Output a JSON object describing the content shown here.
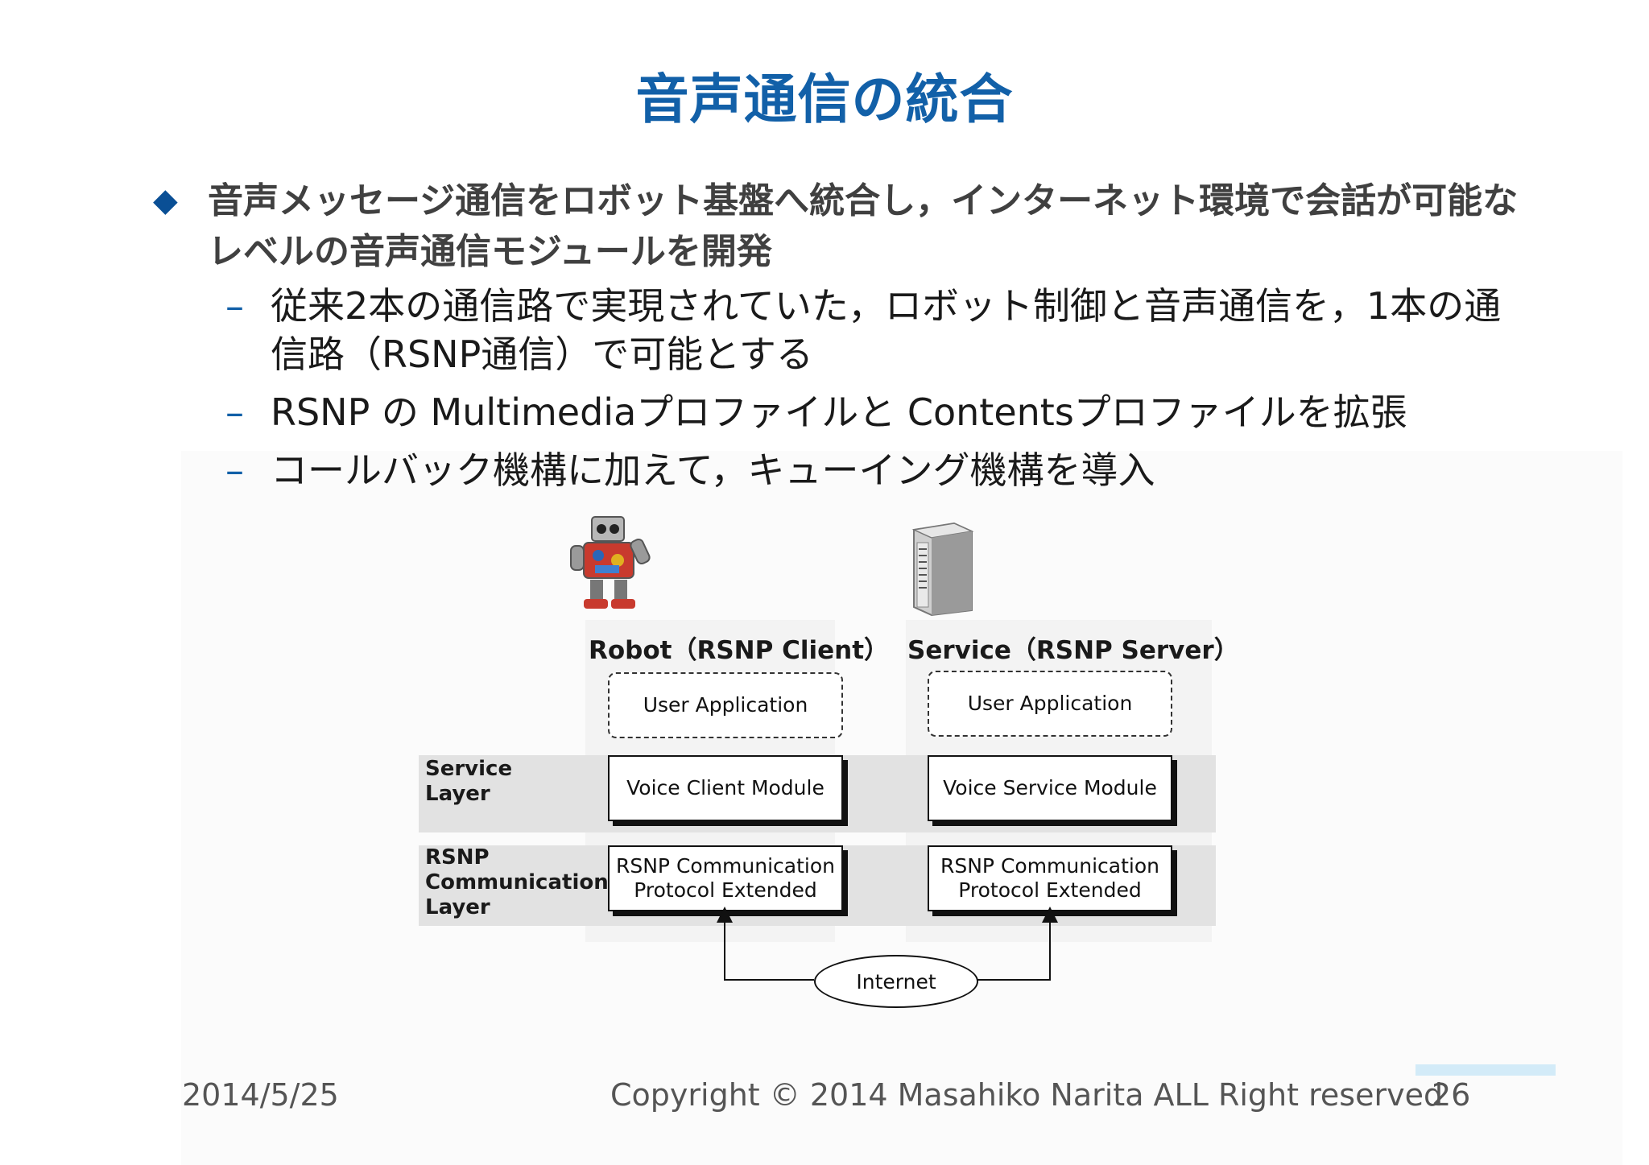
{
  "slide": {
    "title": "音声通信の統合",
    "main_bullet": "音声メッセージ通信をロボット基盤へ統合し，インターネット環境で会話が可能なレベルの音声通信モジュールを開発",
    "sub_bullets": [
      "従来2本の通信路で実現されていた，ロボット制御と音声通信を，1本の通信路（RSNP通信）で可能とする",
      "RSNP の Multimediaプロファイルと Contentsプロファイルを拡張",
      "コールバック機構に加えて，キューイング機構を導入"
    ],
    "bullet_symbol": "◆",
    "dash_symbol": "–"
  },
  "diagram": {
    "client_title": "Robot（RSNP Client）",
    "server_title": "Service（RSNP Server）",
    "service_layer_label": [
      "Service",
      "Layer"
    ],
    "rsnp_layer_label": [
      "RSNP",
      "Communication",
      "Layer"
    ],
    "client_app": "User Application",
    "server_app": "User Application",
    "client_module": "Voice Client Module",
    "server_module": "Voice Service Module",
    "client_protocol": [
      "RSNP Communication",
      "Protocol Extended"
    ],
    "server_protocol": [
      "RSNP Communication",
      "Protocol Extended"
    ],
    "internet": "Internet",
    "icons": {
      "robot": "robot-icon",
      "server": "server-tower-icon"
    }
  },
  "footer": {
    "date": "2014/5/25",
    "copyright": "Copyright © 2014 Masahiko Narita ALL Right reserved",
    "page": "26"
  },
  "colors": {
    "title": "#1260a8",
    "bullet_mark": "#0a4f95",
    "page_bar": "#d3ebf8"
  }
}
